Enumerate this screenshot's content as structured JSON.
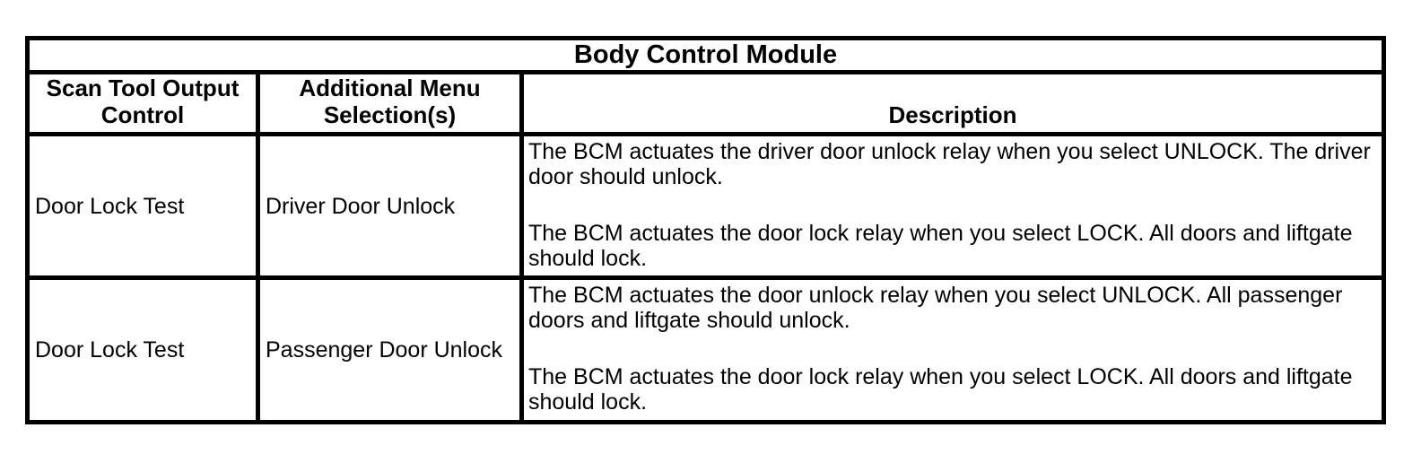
{
  "colors": {
    "background": "#ffffff",
    "border": "#000000",
    "text": "#000000"
  },
  "table": {
    "title": "Body Control Module",
    "columns": [
      "Scan Tool Output Control",
      "Additional Menu Selection(s)",
      "Description"
    ],
    "rows": [
      {
        "scan_tool_output_control": "Door Lock Test",
        "additional_menu_selections": "Driver Door Unlock",
        "description_paragraphs": [
          "The BCM actuates the driver door unlock relay when you select UNLOCK. The driver door should unlock.",
          "The BCM actuates the door lock relay when you select LOCK. All doors and liftgate should lock."
        ]
      },
      {
        "scan_tool_output_control": "Door Lock Test",
        "additional_menu_selections": "Passenger Door Unlock",
        "description_paragraphs": [
          "The BCM actuates the door unlock relay when you select UNLOCK. All passenger doors and liftgate should unlock.",
          "The BCM actuates the door lock relay when you select LOCK. All doors and liftgate should lock."
        ]
      }
    ]
  }
}
